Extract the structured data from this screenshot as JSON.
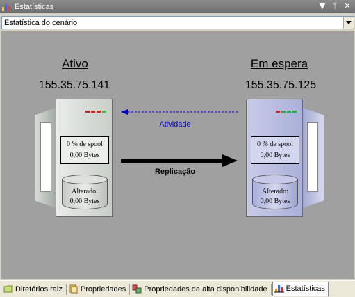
{
  "window": {
    "title": "Estatísticas"
  },
  "title_controls": {
    "dropdown": "▼",
    "pin": "ᛘ",
    "close": "✕"
  },
  "selector": {
    "value": "Estatística do cenário"
  },
  "active": {
    "title": "Ativo",
    "ip": "155.35.75.141",
    "spool_percent": "0 % de spool",
    "spool_bytes": "0,00 Bytes",
    "changed_label": "Alterado:",
    "changed_bytes": "0,00 Bytes"
  },
  "standby": {
    "title": "Em espera",
    "ip": "155.35.75.125",
    "spool_percent": "0 % de spool",
    "spool_bytes": "0,00 Bytes",
    "changed_label": "Alterado:",
    "changed_bytes": "0,00 Bytes"
  },
  "flow": {
    "activity_label": "Atividade",
    "replication_label": "Replicação"
  },
  "tabs": [
    {
      "label": "Diretórios raiz",
      "icon": "folder-icon",
      "selected": false
    },
    {
      "label": "Propriedades",
      "icon": "properties-icon",
      "selected": false
    },
    {
      "label": "Propriedades da alta disponibilidade",
      "icon": "ha-properties-icon",
      "selected": false
    },
    {
      "label": "Estatísticas",
      "icon": "statistics-icon",
      "selected": true
    }
  ],
  "colors": {
    "activity_arrow": "#0000cc",
    "replication_arrow": "#000000",
    "active_led": "#cc2222",
    "standby_led": "#22aa44",
    "panel_bg": "#a0a0a0"
  }
}
